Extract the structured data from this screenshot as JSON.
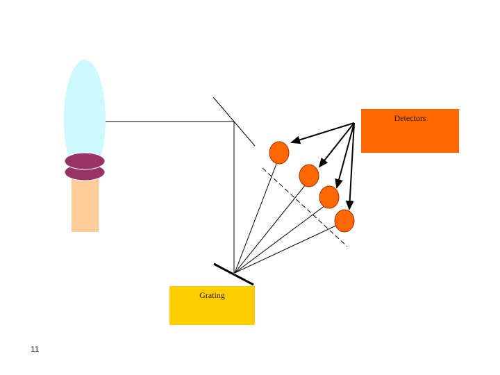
{
  "labels": {
    "detectors": "Detectors",
    "grating": "Grating"
  },
  "slide_number": "11",
  "colors": {
    "flame": "#ccf8ff",
    "burner_top": "#993366",
    "burner_stem": "#ffcc99",
    "detector": "#ff6600",
    "detectors_box": "#ff6600",
    "grating_box": "#ffcc00",
    "line": "#000000"
  }
}
